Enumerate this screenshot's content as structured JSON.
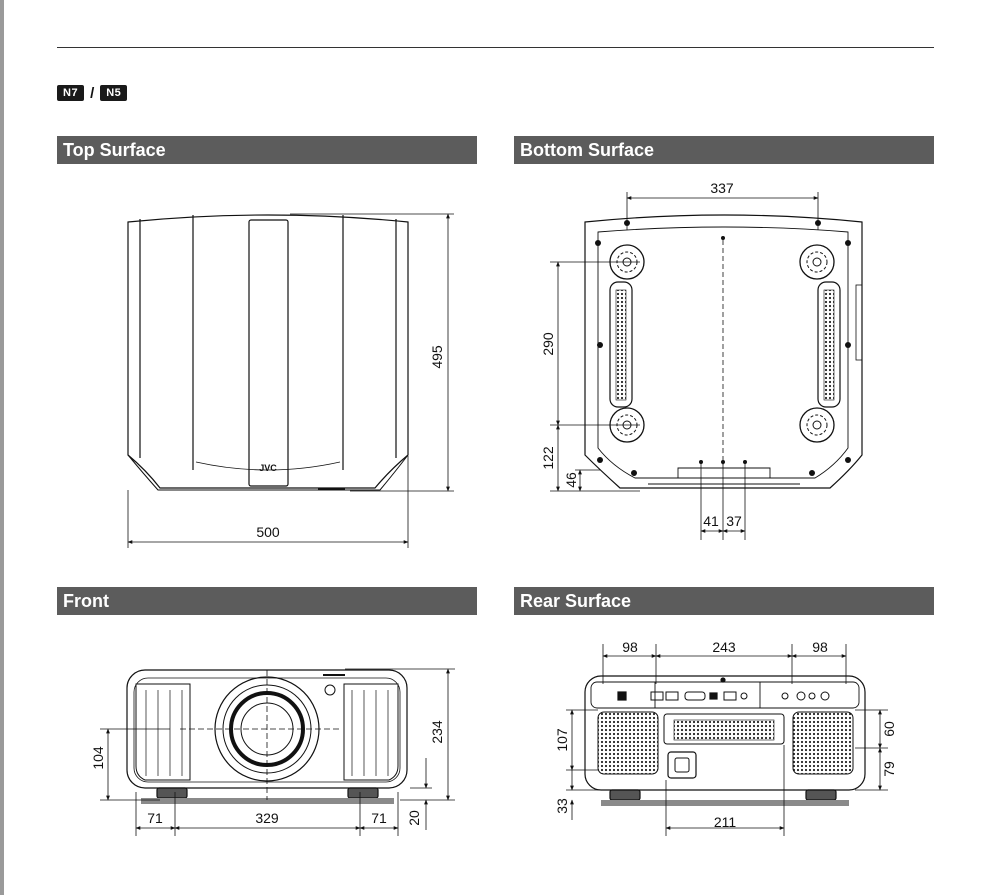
{
  "models": [
    "N7",
    "N5"
  ],
  "model_separator": "/",
  "sections": {
    "top": "Top Surface",
    "bottom": "Bottom Surface",
    "front": "Front",
    "rear": "Rear Surface"
  },
  "brand_logo": "JVC",
  "dimensions": {
    "top": {
      "width": "500",
      "depth": "495"
    },
    "bottom": {
      "foot_span_x": "337",
      "foot_span_y": "290",
      "front_to_foot": "122",
      "small_offset": "46",
      "left_offset": "41",
      "right_offset": "37"
    },
    "front": {
      "height": "234",
      "lens_center_height": "104",
      "left_margin": "71",
      "center_span": "329",
      "right_margin": "71",
      "foot_height": "20"
    },
    "rear": {
      "left_section": "98",
      "center_section": "243",
      "right_section": "98",
      "upper_right": "60",
      "left_height": "107",
      "lower_right": "79",
      "foot_height": "33",
      "bottom_span": "211"
    }
  }
}
